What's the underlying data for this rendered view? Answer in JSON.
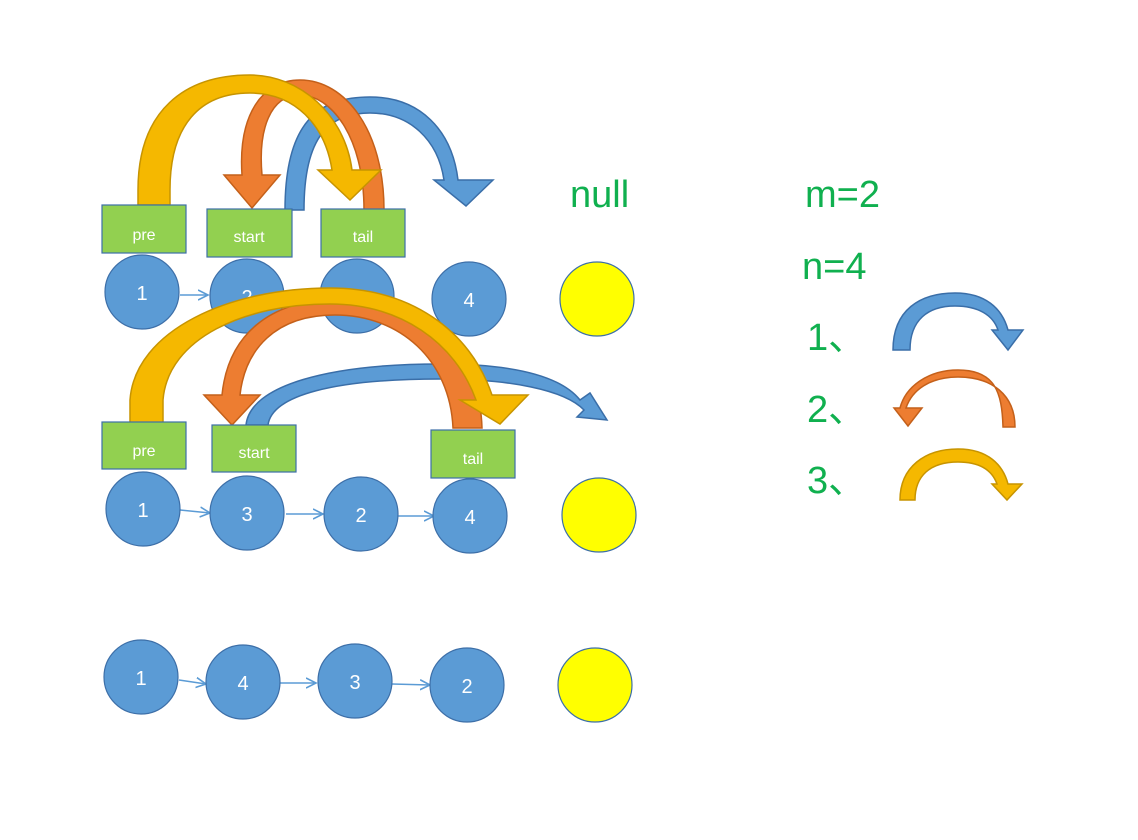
{
  "labels": {
    "null": "null",
    "m": "m=2",
    "n": "n=4"
  },
  "legend": [
    {
      "num": "1、",
      "color": "#4f8ccc"
    },
    {
      "num": "2、",
      "color": "#e8782f"
    },
    {
      "num": "3、",
      "color": "#f2ad10"
    }
  ],
  "rows": [
    {
      "nodes": [
        "1",
        "2",
        "3",
        "4"
      ],
      "pointers": [
        "pre",
        "start",
        "tail"
      ]
    },
    {
      "nodes": [
        "1",
        "3",
        "2",
        "4"
      ],
      "pointers": [
        "pre",
        "start",
        "tail"
      ]
    },
    {
      "nodes": [
        "1",
        "4",
        "3",
        "2"
      ]
    }
  ],
  "colors": {
    "node_fill": "#5b9bd5",
    "node_stroke": "#3d6fa8",
    "box_fill": "#92d050",
    "box_stroke": "#3d6fa8",
    "null_fill": "#ffff00",
    "text_green": "#10b04f",
    "blue": "#4f8ccc",
    "orange": "#e8782f",
    "gold": "#f2ad10"
  }
}
